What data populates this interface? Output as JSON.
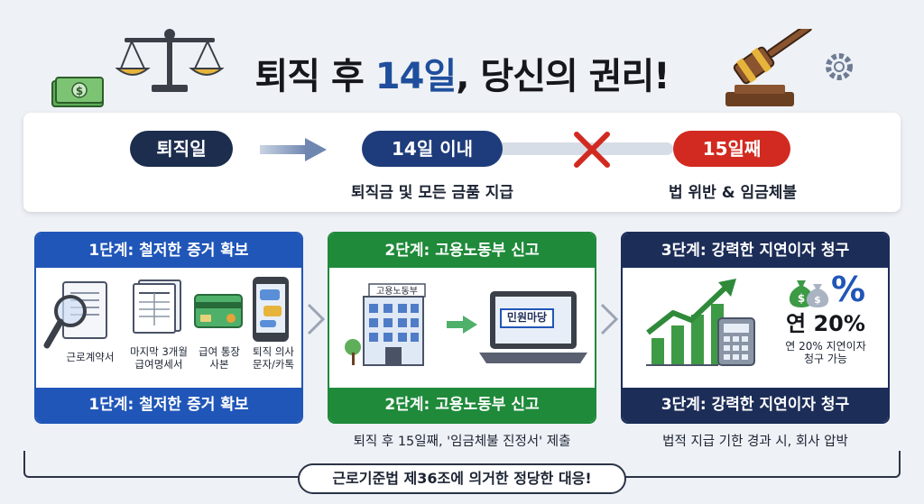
{
  "header": {
    "title_prefix": "퇴직 후 ",
    "title_num": "14일",
    "title_suffix": ", 당신의 권리!"
  },
  "timeline": {
    "start_label": "퇴직일",
    "within_label": "14일 이내",
    "within_desc": "퇴직금 및 모든 금품 지급",
    "late_label": "15일째",
    "late_desc": "법 위반 & 임금체불"
  },
  "step1": {
    "head": "1단계: 철저한 증거 확보",
    "foot": "1단계: 철저한 증거 확보",
    "docs": [
      "근로계약서",
      "마지막 3개월\n급여명세서",
      "급여 통장\n사본",
      "퇴직 의사\n문자/카톡"
    ]
  },
  "step2": {
    "head": "2단계: 고용노동부 신고",
    "foot": "2단계: 고용노동부 신고",
    "building_sign": "고용노동부",
    "screen_label": "민원마당",
    "below": "퇴직 후 15일째, '임금체불 진정서' 제출"
  },
  "step3": {
    "head": "3단계: 강력한 지연이자 청구",
    "foot": "3단계: 강력한 지연이자 청구",
    "rate": "연 20%",
    "rate_desc": "연 20% 지연이자\n청구 가능",
    "percent_symbol": "%",
    "below": "법적 지급 기한 경과 시, 회사 압박"
  },
  "footer": {
    "text": "근로기준법 제36조에 의거한 정당한 대응!"
  },
  "colors": {
    "blue": "#2056b8",
    "green": "#1f8a3a",
    "navy": "#1c2d58",
    "red": "#d22a20"
  }
}
